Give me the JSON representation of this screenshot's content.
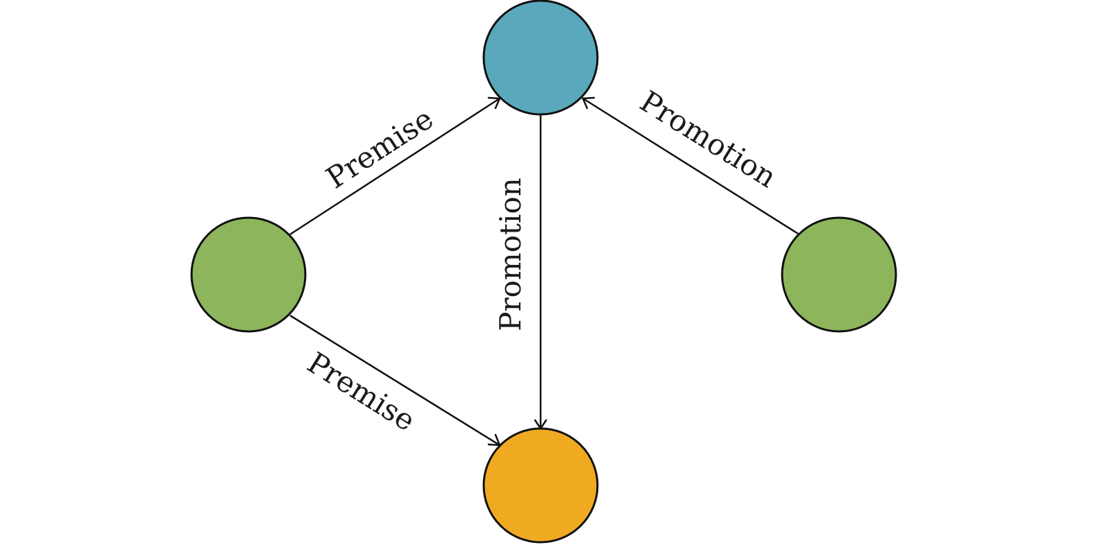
{
  "diagram": {
    "colors": {
      "top": "#5aa8bc",
      "left": "#8db55c",
      "right": "#8db55c",
      "bottom": "#f0aa22"
    },
    "edges": [
      {
        "id": "left-to-top",
        "label": "Premise"
      },
      {
        "id": "left-to-bottom",
        "label": "Premise"
      },
      {
        "id": "top-to-bottom",
        "label": "Promotion"
      },
      {
        "id": "right-to-top",
        "label": "Promotion"
      }
    ]
  }
}
